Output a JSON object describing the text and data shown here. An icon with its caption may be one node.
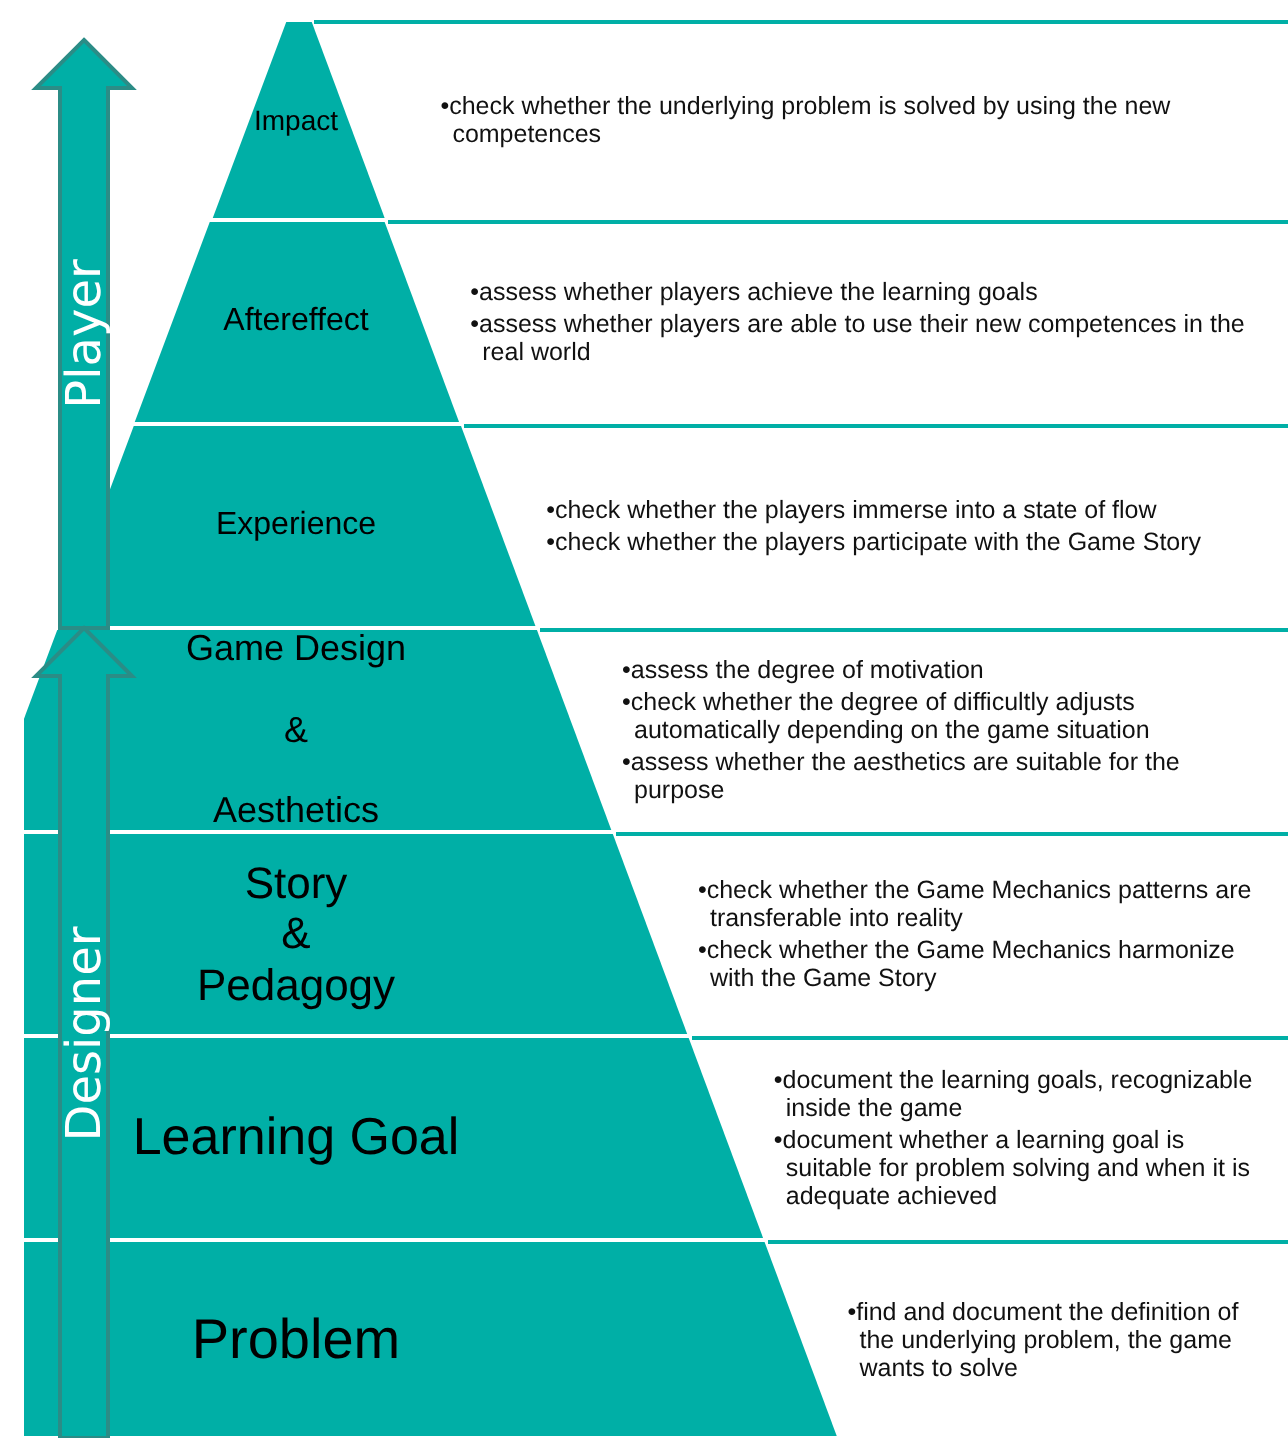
{
  "diagram": {
    "nodes": [
      {
        "text": [
          "Impact"
        ]
      },
      {
        "text": [
          "•check whether the underlying problem is solved by using the new competences"
        ]
      },
      {
        "text": [
          "Aftereffect"
        ]
      },
      {
        "text": [
          "•assess whether players achieve the learning goals",
          "•assess whether players are able to use their new competences in the real world"
        ]
      },
      {
        "text": [
          "Experience"
        ]
      },
      {
        "text": [
          "•check whether the players immerse into a state of flow",
          "•check whether the players participate with the Game Story"
        ]
      },
      {
        "text": [
          "Game Design",
          "&",
          "Aesthetics"
        ]
      },
      {
        "text": [
          "•assess the degree of motivation",
          "•check whether the degree of difficultly adjusts automatically depending on the game situation",
          "•assess whether the aesthetics are suitable for the purpose"
        ]
      },
      {
        "text": [
          "Story",
          "&",
          "Pedagogy"
        ]
      },
      {
        "text": [
          "•check whether the Game Mechanics patterns are transferable into reality",
          "•check whether the Game Mechanics harmonize with the Game Story"
        ]
      },
      {
        "text": [
          "Learning Goal"
        ]
      },
      {
        "text": [
          "•document the learning goals, recognizable inside the game",
          "•document whether a learning goal is suitable for problem solving and when it is adequate achieved"
        ]
      },
      {
        "text": [
          "Problem"
        ]
      },
      {
        "text": [
          "•find and document the definition of the underlying problem, the game wants to solve"
        ]
      }
    ],
    "labels": [
      "Player",
      "Designer"
    ]
  }
}
